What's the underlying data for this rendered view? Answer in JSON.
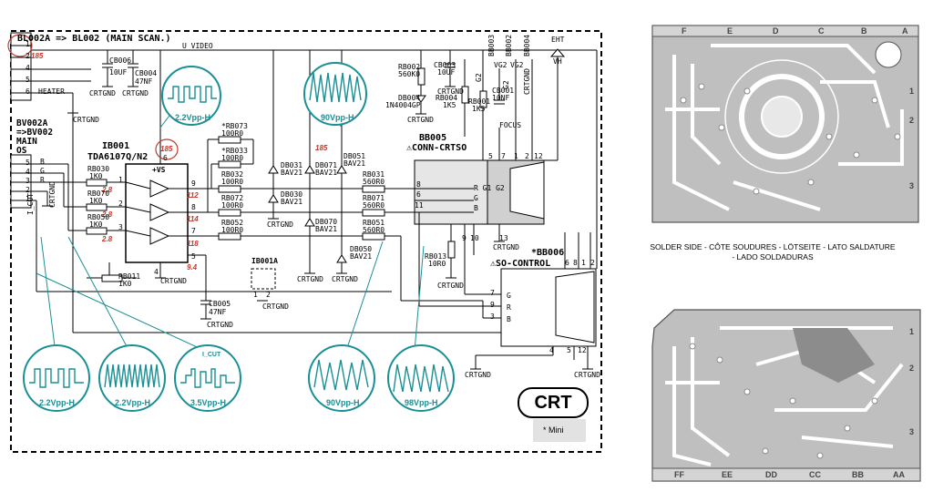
{
  "header": {
    "main_connector": "BL002A => BL002 (MAIN SCAN.)",
    "u_video": "U_VIDEO"
  },
  "connectors": {
    "bl002_pins": [
      "1",
      "2",
      "4",
      "5",
      "6"
    ],
    "pin6_label": "HEATER",
    "bv002_title_1": "BV002A",
    "bv002_title_2": "=>BV002",
    "bv002_title_3": "MAIN",
    "bv002_title_4": "OS",
    "bv002_pins": [
      "5",
      "4",
      "3",
      "2",
      "1"
    ],
    "bv002_signals": [
      "B",
      "G",
      "R"
    ],
    "i_cut": "I_CUT"
  },
  "components": {
    "cb006": "CB006",
    "cb006_val": "10UF",
    "cb004": "CB004",
    "cb004_val": "47NF",
    "rb073": "*RB073",
    "rb073_val": "100R0",
    "rb033": "*RB033",
    "rb033_val": "100R0",
    "rb032": "RB032",
    "rb032_val": "100R0",
    "rb072": "RB072",
    "rb072_val": "100R0",
    "rb052": "RB052",
    "rb052_val": "100R0",
    "rb030": "RB030",
    "rb030_val": "1K0",
    "rb070": "RB070",
    "rb070_val": "1K0",
    "rb050": "RB050",
    "rb050_val": "1K0",
    "rb011": "RB011",
    "rb011_val": "1K0",
    "cb005": "CB005",
    "cb005_val": "47NF",
    "ib001": "IB001",
    "ib001_part": "TDA6107Q/N2",
    "ib001_vs": "+VS",
    "ib001a": "IB001A",
    "db031": "DB031",
    "db031_val": "BAV21",
    "db071": "DB071",
    "db071_val": "BAV21",
    "db051": "DB051",
    "db051_val": "BAV21",
    "db030": "DB030",
    "db030_val": "BAV21",
    "db070": "DB070",
    "db070_val": "BAV21",
    "db050": "DB050",
    "db050_val": "BAV21",
    "rb031": "RB031",
    "rb031_val": "560R0",
    "rb071": "RB071",
    "rb071_val": "560R0",
    "rb051": "RB051",
    "rb051_val": "560R0",
    "rb002": "RB002",
    "rb002_val": "560K0",
    "cb003": "CB003",
    "cb003_val": "10UF",
    "db004": "DB004",
    "db004_val": "1N4004GP",
    "rb004": "RB004",
    "rb004_val": "1K5",
    "rb001": "RB001",
    "rb001_val": "1K5",
    "cb001": "CB001",
    "cb001_val": "10NF",
    "bb003": "BB003",
    "bb002": "BB002",
    "bb004": "BB004",
    "vg2a": "VG2",
    "vg2b": "VG2",
    "g2": "G2",
    "eht": "EHT",
    "vh": "VH",
    "focus": "FOCUS",
    "bb005": "BB005",
    "bb005_part": "⚠CONN-CRTSO",
    "bb006": "*BB006",
    "bb006_part": "⚠SO-CONTROL",
    "rb013": "RB013",
    "rb013_val": "10R0"
  },
  "crtsocket": {
    "pins_top": [
      "5",
      "7",
      "1",
      "2",
      "12"
    ],
    "pins_left": [
      "8",
      "6",
      "11"
    ],
    "grid_labels": [
      "R G1 G2",
      "G",
      "B"
    ],
    "pins_bottom": [
      "9",
      "10",
      "13"
    ],
    "ctrl_pins_top": [
      "6",
      "8",
      "1",
      "2"
    ],
    "ctrl_pins_left": [
      "7",
      "9",
      "3"
    ],
    "ctrl_grid": [
      "G",
      "R",
      "B"
    ],
    "ctrl_pins_bottom": [
      "4",
      "5",
      "12"
    ]
  },
  "ground_label": "CRTGND",
  "voltages": {
    "v_185_top": "185",
    "v_185_mid": "185",
    "v_185_d": "185",
    "v_112": "112",
    "v_114": "114",
    "v_118": "118",
    "v_28a": "2.8",
    "v_28b": "2.8",
    "v_28c": "2.8",
    "v_94": "9.4"
  },
  "pin_numbers": {
    "ic_6": "6",
    "ic_9": "9",
    "ic_8": "8",
    "ic_7": "7",
    "ic_1": "1",
    "ic_2": "2",
    "ic_3": "3",
    "ic_4": "4",
    "ic_5": "5",
    "ib001a_1": "1",
    "ib001a_2": "2"
  },
  "waveforms": {
    "w_top_left": "2.2Vpp-H",
    "w_top_mid": "90Vpp-H",
    "w_b1": "2.2Vpp-H",
    "w_b2": "2.2Vpp-H",
    "w_b3": "3.5Vpp-H",
    "w_b3_title": "I_CUT",
    "w_b4": "90Vpp-H",
    "w_b5": "98Vpp-H"
  },
  "badge": "CRT",
  "mini_note": "* Mini",
  "pcb": {
    "caption_1": "SOLDER SIDE - CÔTE SOUDURES - LÖTSEITE - LATO SALDATURE",
    "caption_2": "- LADO SOLDADURAS",
    "top_columns": [
      "F",
      "E",
      "D",
      "C",
      "B",
      "A"
    ],
    "top_rows": [
      "1",
      "2",
      "3"
    ],
    "bottom_columns": [
      "FF",
      "EE",
      "DD",
      "CC",
      "BB",
      "AA"
    ],
    "bottom_rows": [
      "1",
      "2",
      "3"
    ]
  },
  "colors": {
    "waveform": "#1a8f95",
    "annotation": "#c0392b",
    "pcb_fill": "#bfbfbf",
    "pcb_trace": "#8c8c8c"
  }
}
